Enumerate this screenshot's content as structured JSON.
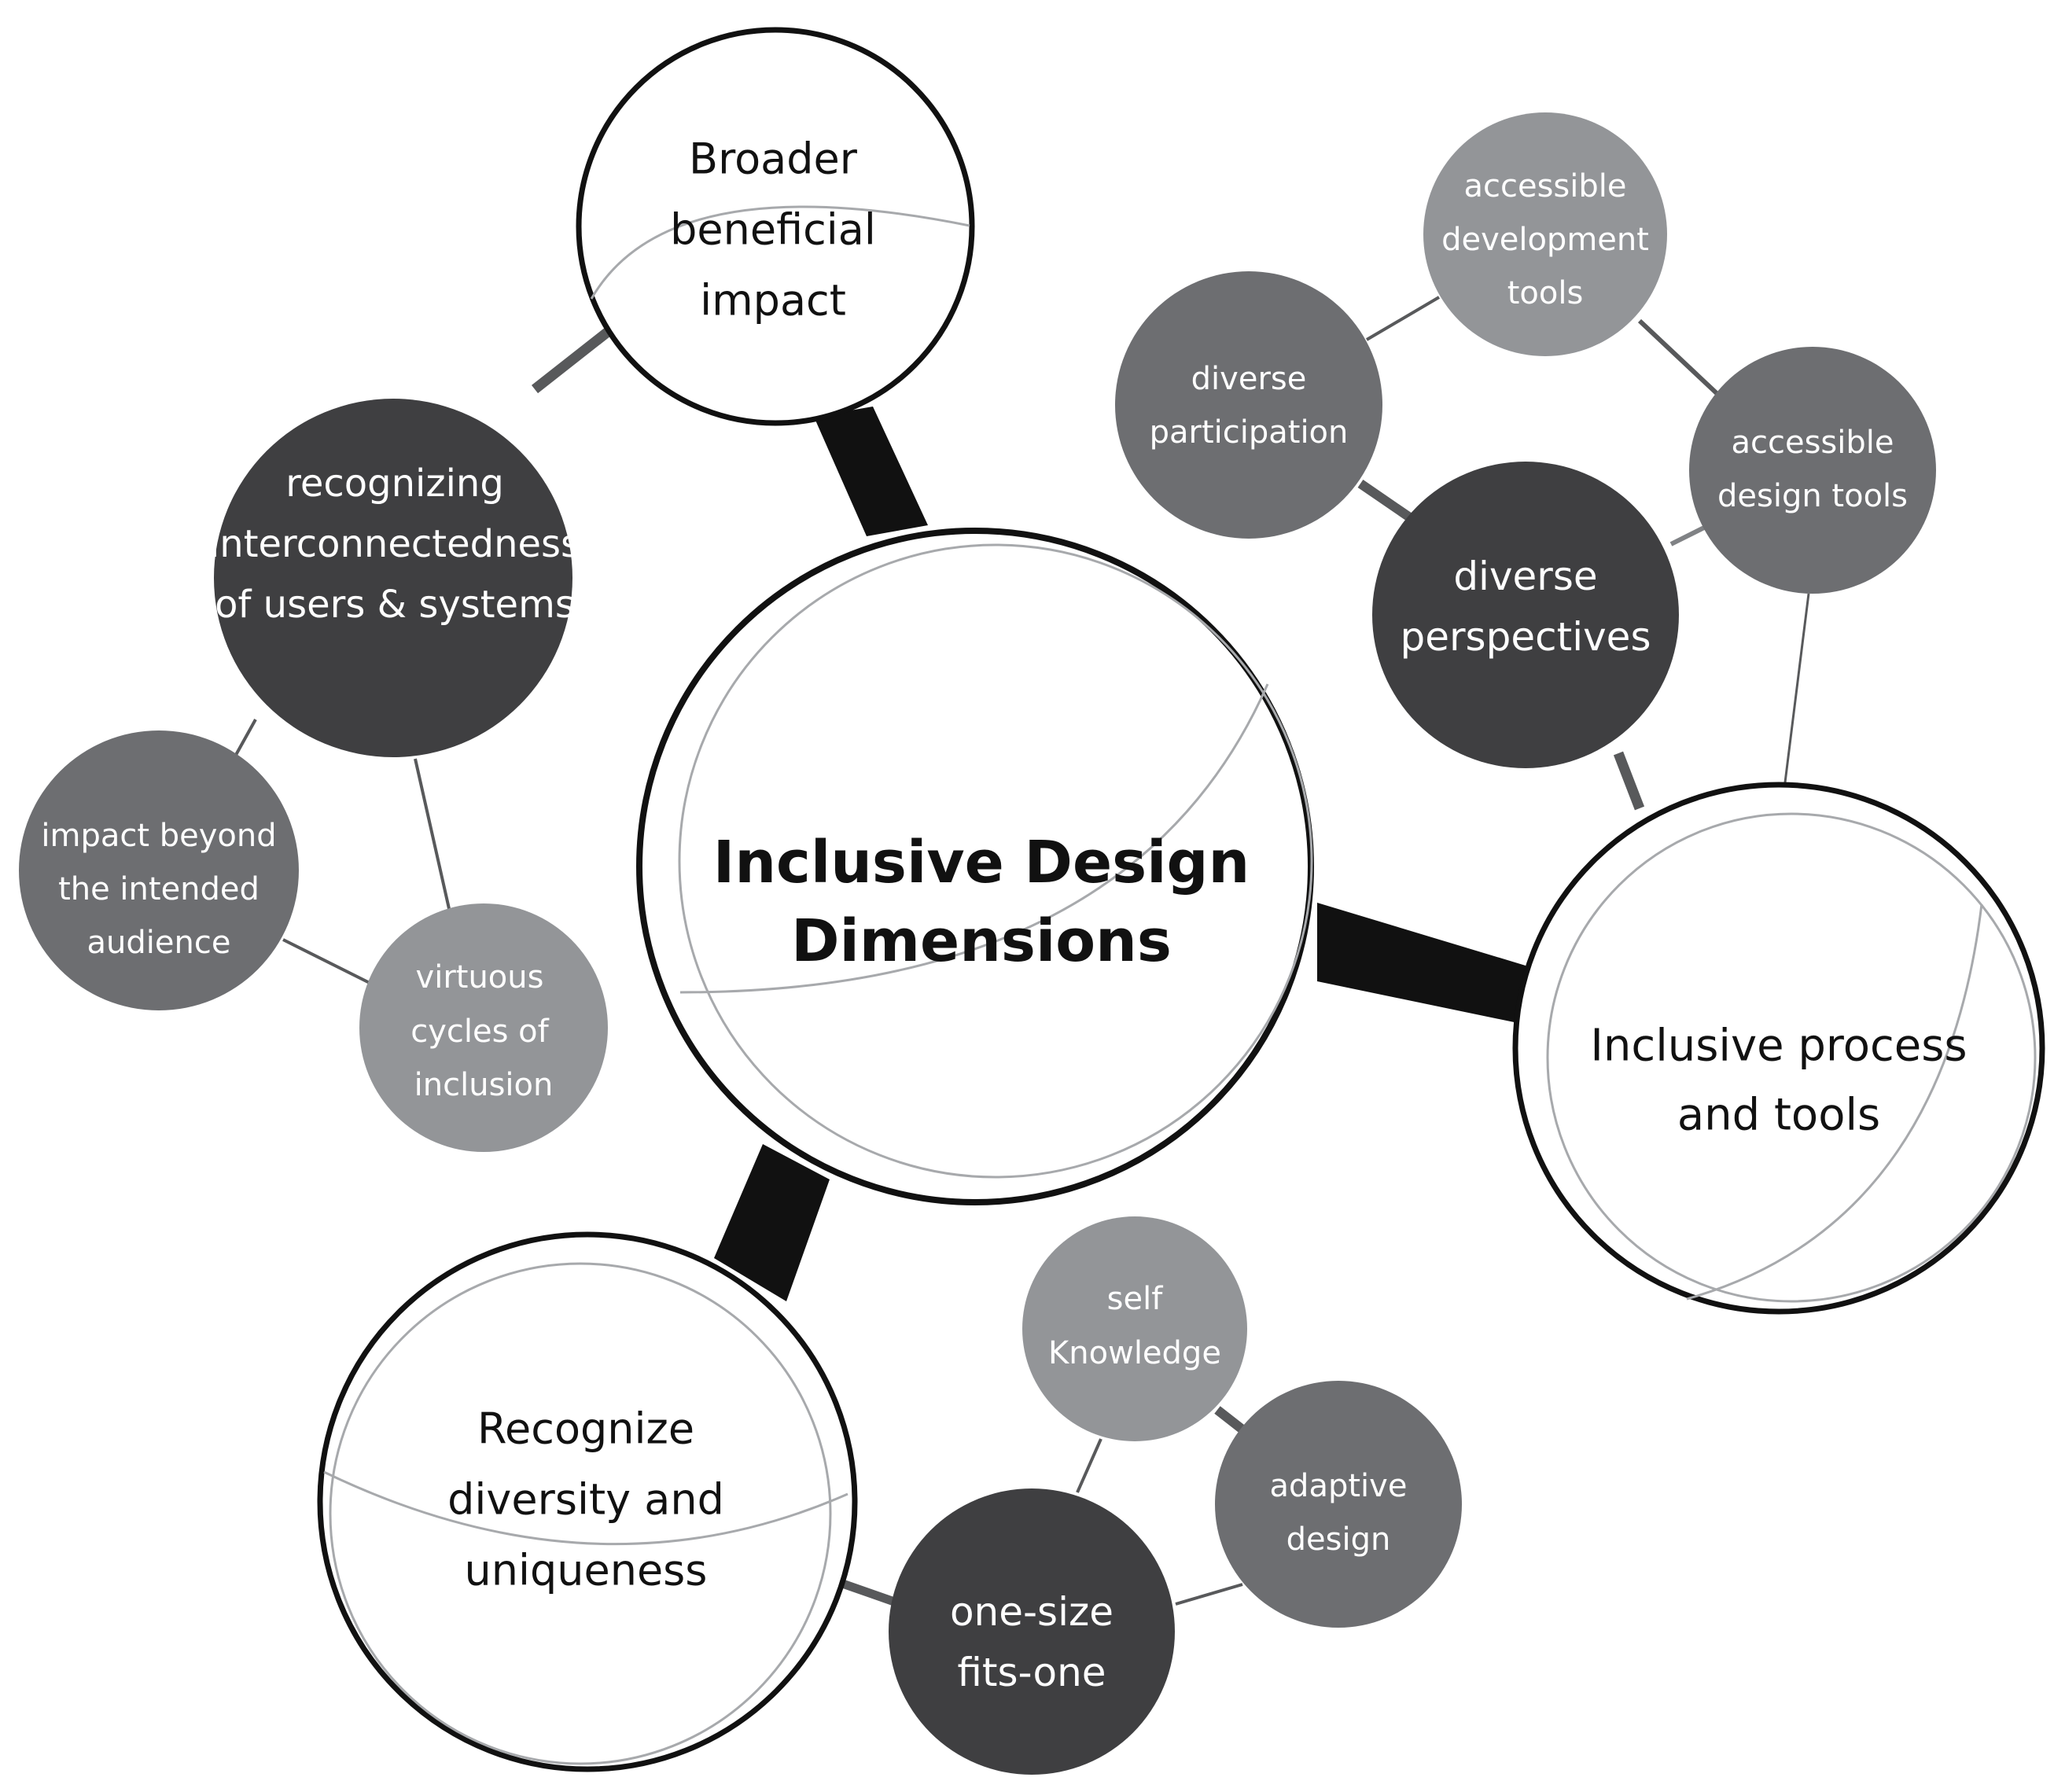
{
  "diagram": {
    "colors": {
      "background": "#ffffff",
      "outline": "#111111",
      "dark": "#3f3f41",
      "medium": "#6d6e71",
      "light": "#939598",
      "white": "#ffffff",
      "thin_line": "#a7a9ac"
    },
    "center": {
      "lines": [
        "Inclusive Design",
        "Dimensions"
      ]
    },
    "broader": {
      "lines": [
        "Broader",
        "beneficial",
        "impact"
      ]
    },
    "process": {
      "lines": [
        "Inclusive process",
        "and tools"
      ]
    },
    "recognize": {
      "lines": [
        "Recognize",
        "diversity and",
        "uniqueness"
      ]
    },
    "interconnected": {
      "lines": [
        "recognizing",
        "interconnectedness",
        "of users & systems"
      ]
    },
    "impact_beyond": {
      "lines": [
        "impact beyond",
        "the intended",
        "audience"
      ]
    },
    "virtuous": {
      "lines": [
        "virtuous",
        "cycles of",
        "inclusion"
      ]
    },
    "accessible_dev": {
      "lines": [
        "accessible",
        "development",
        "tools"
      ]
    },
    "diverse_participation": {
      "lines": [
        "diverse",
        "participation"
      ]
    },
    "accessible_design": {
      "lines": [
        "accessible",
        "design tools"
      ]
    },
    "diverse_perspectives": {
      "lines": [
        "diverse",
        "perspectives"
      ]
    },
    "self_knowledge": {
      "lines": [
        "self",
        "Knowledge"
      ]
    },
    "adaptive": {
      "lines": [
        "adaptive",
        "design"
      ]
    },
    "one_size": {
      "lines": [
        "one-size",
        "fits-one"
      ]
    }
  }
}
